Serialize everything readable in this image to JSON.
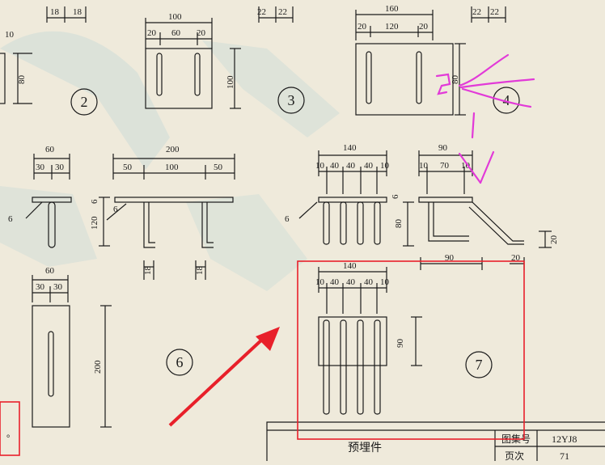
{
  "drawing": {
    "page_title": "预埋件",
    "atlas_label": "图集号",
    "atlas_value": "12YJ8",
    "page_label": "页次",
    "page_value": "71",
    "left_edge_char": "。"
  },
  "details": {
    "d2": {
      "number": "2",
      "w_total": "100",
      "w_edge_l": "20",
      "w_mid": "60",
      "w_edge_r": "20",
      "h": "100"
    },
    "d3": {
      "number": "3",
      "dim_a": "22",
      "dim_b": "22"
    },
    "d4": {
      "number": "4",
      "w_total": "160",
      "w_edge_l": "20",
      "w_mid": "120",
      "w_edge_r": "20",
      "h": "80",
      "dim_a": "22",
      "dim_b": "22"
    },
    "left": {
      "h": "80",
      "dim_a": "18",
      "dim_b": "18",
      "dim_top": "10"
    },
    "t_anchor": {
      "w_total": "60",
      "w_l": "30",
      "w_r": "30",
      "weld": "6",
      "h": "120",
      "weld2": "6"
    },
    "u_anchor": {
      "w_total": "200",
      "w_l": "50",
      "w_mid": "100",
      "w_r": "50",
      "b_l": "18",
      "b_r": "18",
      "weld": "6"
    },
    "comb": {
      "w_total": "140",
      "s1": "10",
      "s2": "40",
      "s3": "40",
      "s4": "40",
      "s5": "10",
      "weld": "6"
    },
    "z_anchor": {
      "w_total": "90",
      "w_l": "10",
      "w_mid": "70",
      "w_r": "10",
      "h": "80",
      "weld": "6",
      "bottom_w": "90",
      "drop": "20",
      "drop2": "20"
    },
    "d6": {
      "number": "6",
      "w_total": "60",
      "w_l": "30",
      "w_r": "30",
      "h": "200"
    },
    "d7": {
      "number": "7",
      "w_total": "140",
      "s1": "10",
      "s2": "40",
      "s3": "40",
      "s4": "40",
      "s5": "10",
      "h": "90"
    }
  },
  "annotations": {
    "box_color": "#e8202a",
    "arrow_color": "#e8202a",
    "marker_color": "#e23ad8"
  }
}
